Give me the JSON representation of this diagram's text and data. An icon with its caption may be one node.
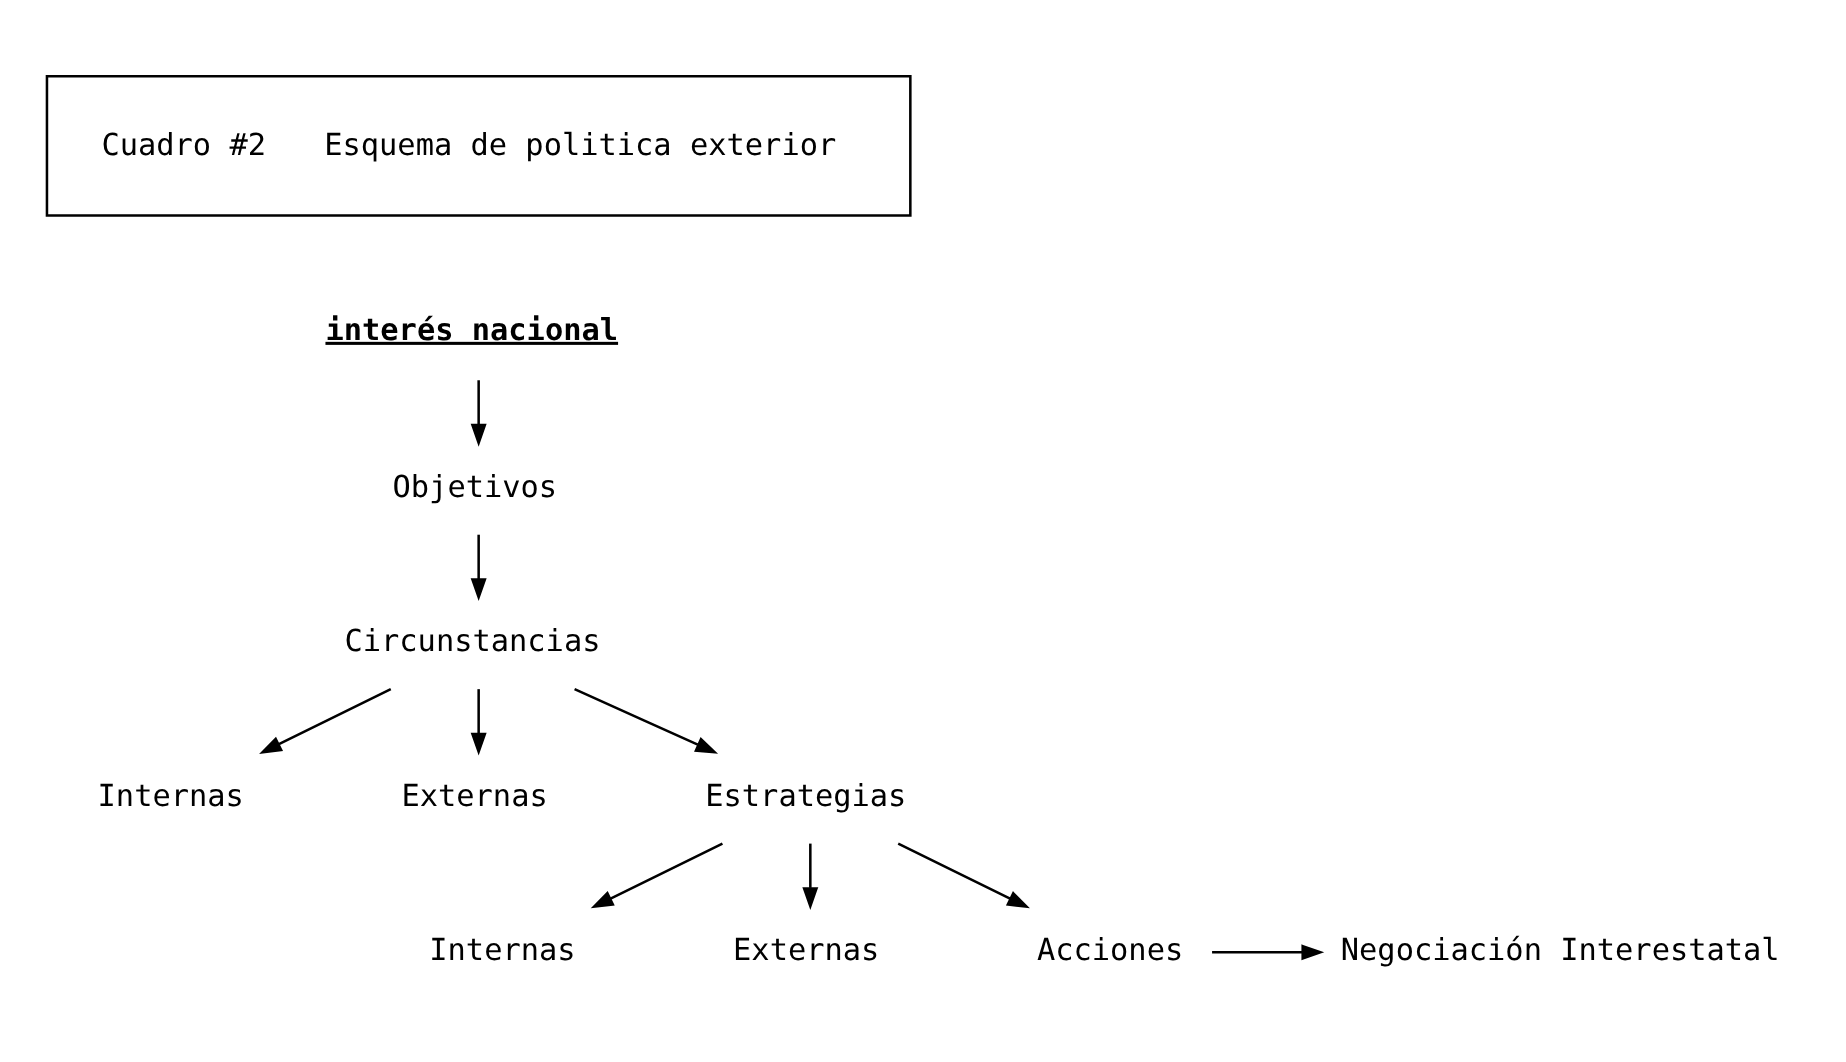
{
  "diagram": {
    "title": "Esquema de politica exterior",
    "nodes": [
      {
        "text": [
          "interés nacional"
        ]
      },
      {
        "text": [
          "Objetivos"
        ]
      },
      {
        "text": [
          "Circunstancias"
        ]
      },
      {
        "text": [
          "Internas"
        ]
      },
      {
        "text": [
          "Externas"
        ]
      },
      {
        "text": [
          "Estrategias"
        ]
      },
      {
        "text": [
          "Internas"
        ]
      },
      {
        "text": [
          "Externas"
        ]
      },
      {
        "text": [
          "Acciones"
        ]
      },
      {
        "text": [
          "Negociación Interestatal"
        ]
      }
    ],
    "edges": [
      {
        "from": 0,
        "to": 1,
        "arrow": "to"
      },
      {
        "from": 1,
        "to": 2,
        "arrow": "to"
      },
      {
        "from": 2,
        "to": 3,
        "arrow": "to"
      },
      {
        "from": 2,
        "to": 4,
        "arrow": "to"
      },
      {
        "from": 2,
        "to": 5,
        "arrow": "to"
      },
      {
        "from": 5,
        "to": 6,
        "arrow": "to"
      },
      {
        "from": 5,
        "to": 7,
        "arrow": "to"
      },
      {
        "from": 5,
        "to": 8,
        "arrow": "to"
      },
      {
        "from": 8,
        "to": 9,
        "arrow": "to"
      }
    ],
    "labels": [
      "Cuadro #2"
    ]
  }
}
